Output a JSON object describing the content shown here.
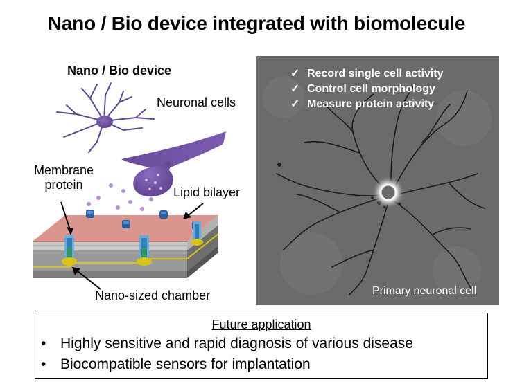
{
  "title": "Nano / Bio device integrated with biomolecule",
  "diagram": {
    "heading": "Nano / Bio device",
    "neuronal_cells": "Neuronal cells",
    "membrane_protein_line1": "Membrane",
    "membrane_protein_line2": "protein",
    "lipid_bilayer": "Lipid bilayer",
    "nano_chamber": "Nano-sized chamber",
    "neuron_color": "#6a4a9a",
    "membrane_color": "#d9958e",
    "chamber_color": "#d8c418"
  },
  "photo": {
    "checks": [
      "Record single cell activity",
      "Control cell morphology",
      "Measure protein activity"
    ],
    "check_icon": "checkmark-icon",
    "check_glyph": "✓",
    "caption": "Primary neuronal cell"
  },
  "future": {
    "title": "Future application",
    "bullet_glyph": "•",
    "items": [
      "Highly sensitive and rapid diagnosis of various disease",
      "Biocompatible sensors for implantation"
    ]
  }
}
